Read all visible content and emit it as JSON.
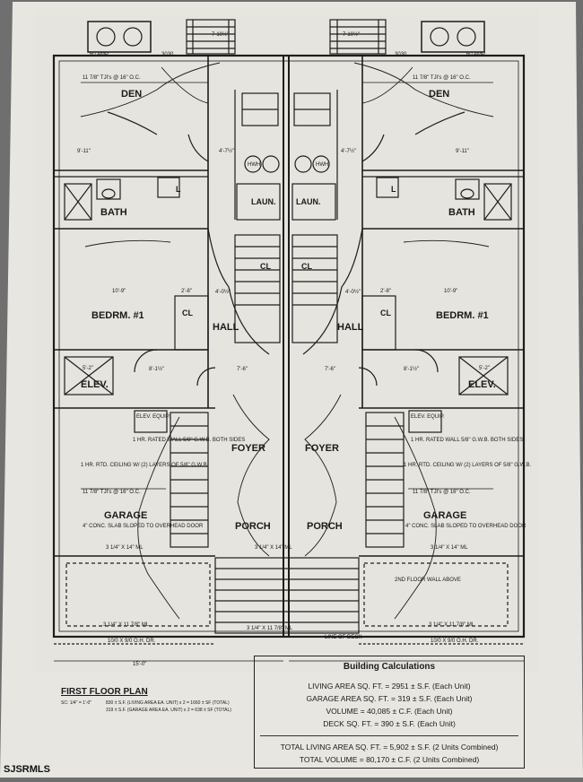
{
  "rooms": {
    "den_left": "DEN",
    "den_right": "DEN",
    "bath_left": "BATH",
    "bath_right": "BATH",
    "bedroom_left": "BEDRM. #1",
    "bedroom_right": "BEDRM. #1",
    "hall_left": "HALL",
    "hall_right": "HALL",
    "laun_left": "LAUN.",
    "laun_right": "LAUN.",
    "elev_left": "ELEV.",
    "elev_right": "ELEV.",
    "foyer_left": "FOYER",
    "foyer_right": "FOYER",
    "garage_left": "GARAGE",
    "garage_right": "GARAGE",
    "porch_left": "PORCH",
    "porch_right": "PORCH",
    "cl_left": "CL",
    "cl_right": "CL",
    "cl_small_left": "CL",
    "cl_small_right": "CL",
    "l_left": "L",
    "l_right": "L"
  },
  "notes": {
    "rated_wall_left": "1 HR. RATED WALL 5/8\" G.W.B. BOTH SIDES",
    "rated_wall_right": "1 HR. RATED WALL 5/8\" G.W.B. BOTH SIDES",
    "rated_ceiling_left": "1 HR. RTD. CEILING W/ (2) LAYERS OF 5/8\" G.W.B.",
    "rated_ceiling_right": "1 HR. RTD. CEILING W/ (2) LAYERS OF 5/8\" G.W.B.",
    "slab_left": "4\" CONC. SLAB SLOPED TO OVERHEAD DOOR",
    "slab_right": "4\" CONC. SLAB SLOPED TO OVERHEAD DOOR",
    "elev_equip_left": "ELEV. EQUIP.",
    "elev_equip_right": "ELEV. EQUIP.",
    "second_floor_wall": "2ND FLOOR WALL ABOVE",
    "line_of_deck": "LINE OF DECK",
    "joists_den_left": "11 7/8\" TJI's @ 16\" O.C.",
    "joists_den_right": "11 7/8\" TJI's @ 16\" O.C.",
    "joists_garage_left": "11 7/8\" TJI's @ 16\" O.C.",
    "joists_garage_right": "11 7/8\" TJI's @ 16\" O.C.",
    "ml_left": "3 1/4\" X 14\" ML",
    "ml_center": "3 1/4\" X 14\" ML",
    "ml_right": "3 1/4\" X 14\" ML",
    "ml2_left": "3 1/4\" X 11 7/8\" ML",
    "ml2_center": "3 1/4\" X 11 7/8\" ML",
    "ml2_right": "3 1/4\" X 11 7/8\" ML",
    "door_left": "10/0 X 9/0 O.H. DR.",
    "door_right": "10/0 X 9/0 O.H. DR.",
    "rise_left": "7-10½\"",
    "rise_right": "7-10½\"",
    "amp_left": "60 AMP",
    "amp_right": "60 AMP",
    "dim_3030_left": "3030",
    "dim_3030_right": "3030",
    "hwh_left": "HWH",
    "hwh_right": "HWH"
  },
  "dims": {
    "den_width_left": "9'-11\"",
    "den_width_right": "9'-11\"",
    "bed_width_left": "10'-9\"",
    "bed_width_right": "10'-9\"",
    "bath_w_left": "4'-7½\"",
    "bath_w_right": "4'-7½\"",
    "hall_w_left": "4'-0½\"",
    "hall_w_right": "4'-0½\"",
    "cl_w_left": "2'-8\"",
    "cl_w_right": "2'-8\"",
    "elev_w_left": "5'-2\"",
    "elev_w_right": "5'-2\"",
    "foyer_w_left": "7'-6\"",
    "foyer_w_right": "7'-6\"",
    "stair_w_left": "8'-1½\"",
    "stair_w_right": "8'-1½\"",
    "bottom_left": "15'-0\""
  },
  "plan": {
    "title": "FIRST FLOOR PLAN",
    "scale": "SC: 1/4\" = 1'-0\"",
    "area_note_1": "830 ± S.F. (LIVING AREA EA. UNIT) x 2 = 1660 ± SF (TOTAL)",
    "area_note_2": "319 ± S.F. (GARAGE AREA EA. UNIT) x 2 = 638 ± SF (TOTAL)"
  },
  "calculations": {
    "title": "Building Calculations",
    "lines": [
      "LIVING AREA SQ. FT. = 2951 ± S.F. (Each Unit)",
      "GARAGE AREA SQ. FT. = 319 ± S.F. (Each Unit)",
      "VOLUME = 40,085 ± C.F. (Each Unit)",
      "DECK SQ. FT. = 390 ± S.F. (Each Unit)"
    ],
    "totals": [
      "TOTAL LIVING AREA SQ. FT. = 5,902 ± S.F. (2 Units Combined)",
      "TOTAL VOLUME = 80,170 ± C.F. (2 Units Combined)"
    ]
  },
  "watermark": "SJSRMLS",
  "colors": {
    "paper": "#e9e7e2",
    "ink": "#1a1a1a",
    "surround": "#6f6f6f"
  }
}
